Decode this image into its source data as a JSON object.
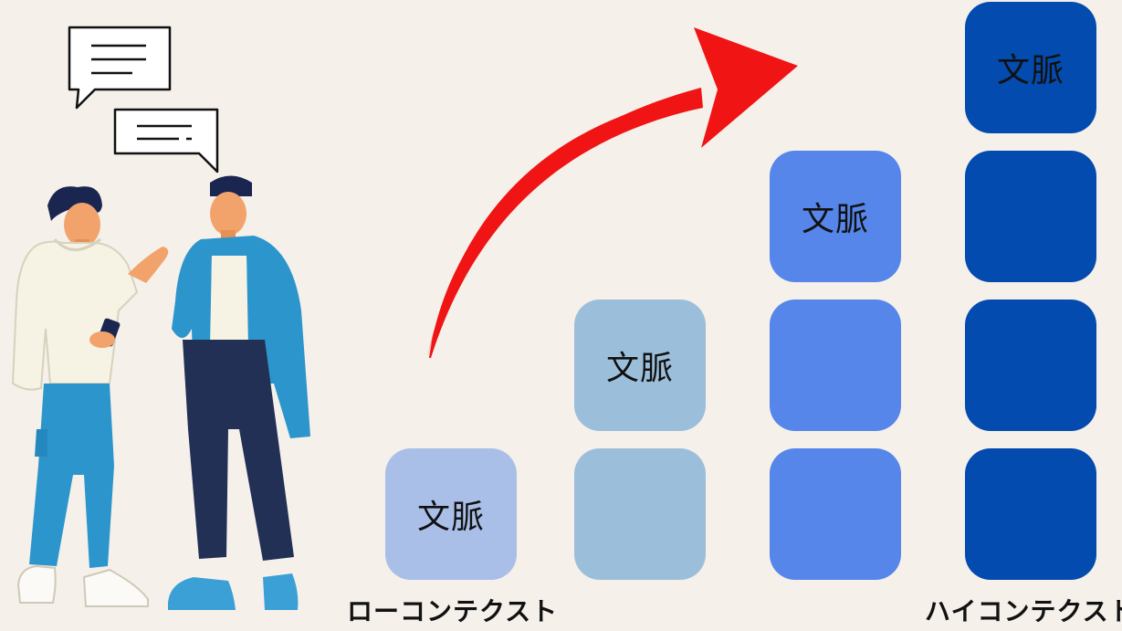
{
  "columns": [
    {
      "id": "col-1",
      "color": "#aabfe8",
      "blocks": [
        {
          "label": "文脈"
        }
      ]
    },
    {
      "id": "col-2",
      "color": "#9bbfdb",
      "blocks": [
        {
          "label": ""
        },
        {
          "label": "文脈"
        }
      ]
    },
    {
      "id": "col-3",
      "color": "#5686ea",
      "blocks": [
        {
          "label": ""
        },
        {
          "label": ""
        },
        {
          "label": "文脈"
        }
      ]
    },
    {
      "id": "col-4",
      "color": "#034baf",
      "blocks": [
        {
          "label": ""
        },
        {
          "label": ""
        },
        {
          "label": ""
        },
        {
          "label": "文脈"
        }
      ]
    }
  ],
  "captions": {
    "low": "ローコンテクスト",
    "high": "ハイコンテクスト"
  },
  "icons": {
    "arrow": "curved-up-arrow-icon",
    "speech_bubbles": "speech-bubble-icon",
    "people": "two-people-talking-illustration"
  },
  "colors": {
    "background": "#f5f0ea",
    "arrow": "#f01414"
  }
}
